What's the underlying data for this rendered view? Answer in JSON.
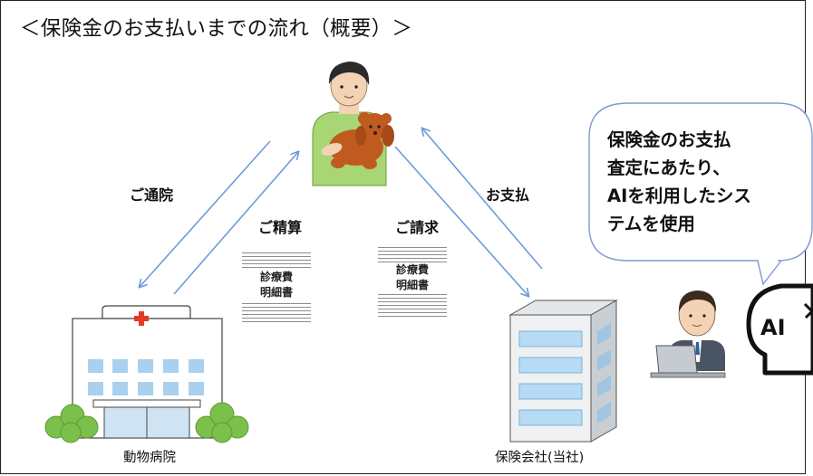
{
  "title": "＜保険金のお支払いまでの流れ（概要）＞",
  "labels": {
    "visit": "ご通院",
    "settlement": "ご精算",
    "claim": "ご請求",
    "payment": "お支払"
  },
  "documents": [
    {
      "line1": "診療費",
      "line2": "明細書"
    },
    {
      "line1": "診療費",
      "line2": "明細書"
    }
  ],
  "speech_bubble": {
    "text": "保険金のお支払\n査定にあたり、\nAIを利用したシス\nテムを使用"
  },
  "ai_badge": "AI",
  "entities": {
    "hospital": "動物病院",
    "insurer": "保険会社(当社)"
  },
  "colors": {
    "arrow": "#6d9bd6",
    "hospital_cross": "#e33b2a",
    "building_window": "#a9d0ee",
    "tree": "#7bc04b",
    "owner_shirt": "#a8d675",
    "dog": "#c05a1f"
  }
}
